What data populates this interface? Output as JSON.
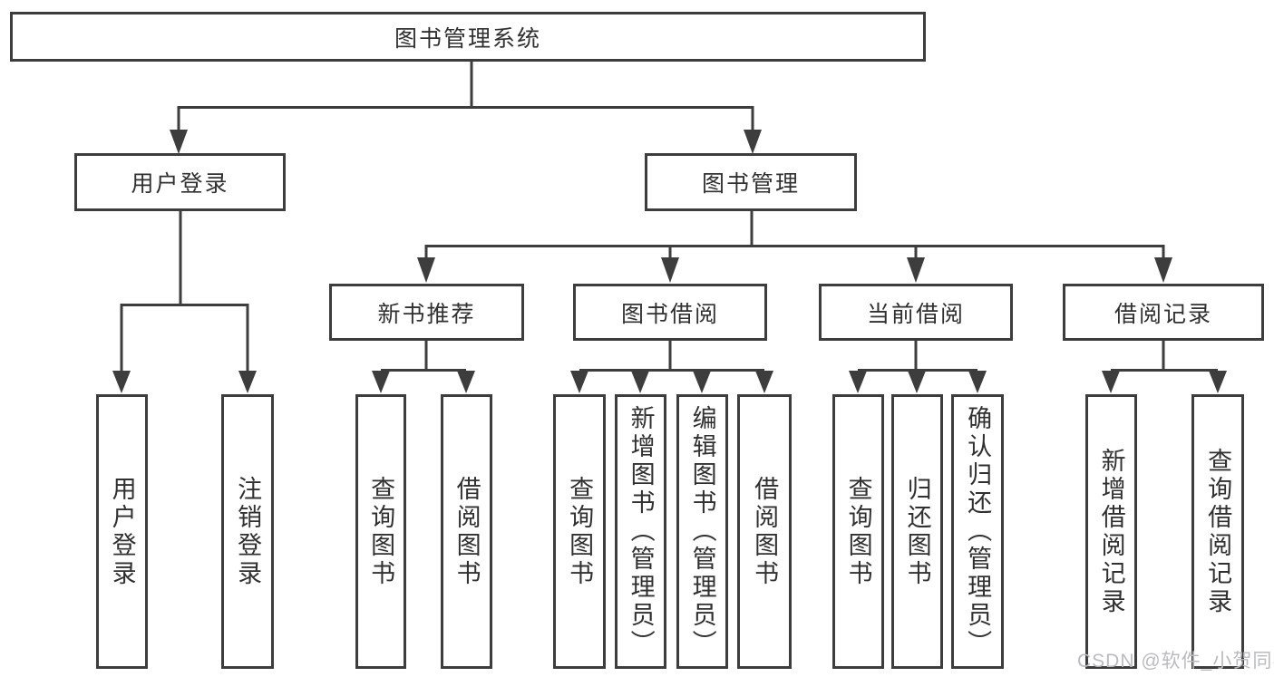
{
  "diagram": {
    "root": {
      "label": "图书管理系统"
    },
    "branches": [
      {
        "label": "用户登录",
        "children": [
          {
            "label": "用户登录"
          },
          {
            "label": "注销登录"
          }
        ]
      },
      {
        "label": "图书管理",
        "children": [
          {
            "label": "新书推荐",
            "children": [
              {
                "label": "查询图书"
              },
              {
                "label": "借阅图书"
              }
            ]
          },
          {
            "label": "图书借阅",
            "children": [
              {
                "label": "查询图书"
              },
              {
                "label": "新增图书（管理员）"
              },
              {
                "label": "编辑图书（管理员）"
              },
              {
                "label": "借阅图书"
              }
            ]
          },
          {
            "label": "当前借阅",
            "children": [
              {
                "label": "查询图书"
              },
              {
                "label": "归还图书"
              },
              {
                "label": "确认归还（管理员）"
              }
            ]
          },
          {
            "label": "借阅记录",
            "children": [
              {
                "label": "新增借阅记录"
              },
              {
                "label": "查询借阅记录"
              }
            ]
          }
        ]
      }
    ]
  },
  "watermark": {
    "text": "CSDN @软件_小贺同学"
  },
  "colors": {
    "line": "#3d3d3d",
    "node_text": "#303030",
    "watermark": "#b9bcbe",
    "background": "#ffffff"
  }
}
